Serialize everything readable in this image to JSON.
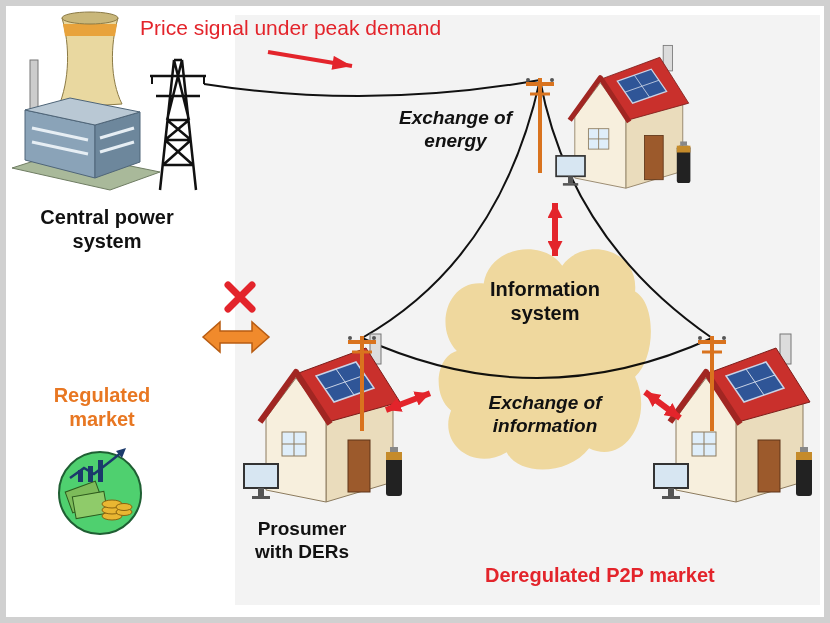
{
  "diagram": {
    "nodes": [
      {
        "text": [
          "Central power system"
        ]
      },
      {
        "text": [
          "Information system"
        ]
      },
      {
        "text": [
          "Prosumer with DERs"
        ]
      }
    ],
    "edges": [
      {
        "from": 1,
        "to": 2,
        "arrow": "both"
      }
    ],
    "labels": [
      "Price signal under peak demand",
      "Exchange of energy",
      "Exchange of information",
      "Regulated market",
      "Deregulated P2P market"
    ]
  }
}
